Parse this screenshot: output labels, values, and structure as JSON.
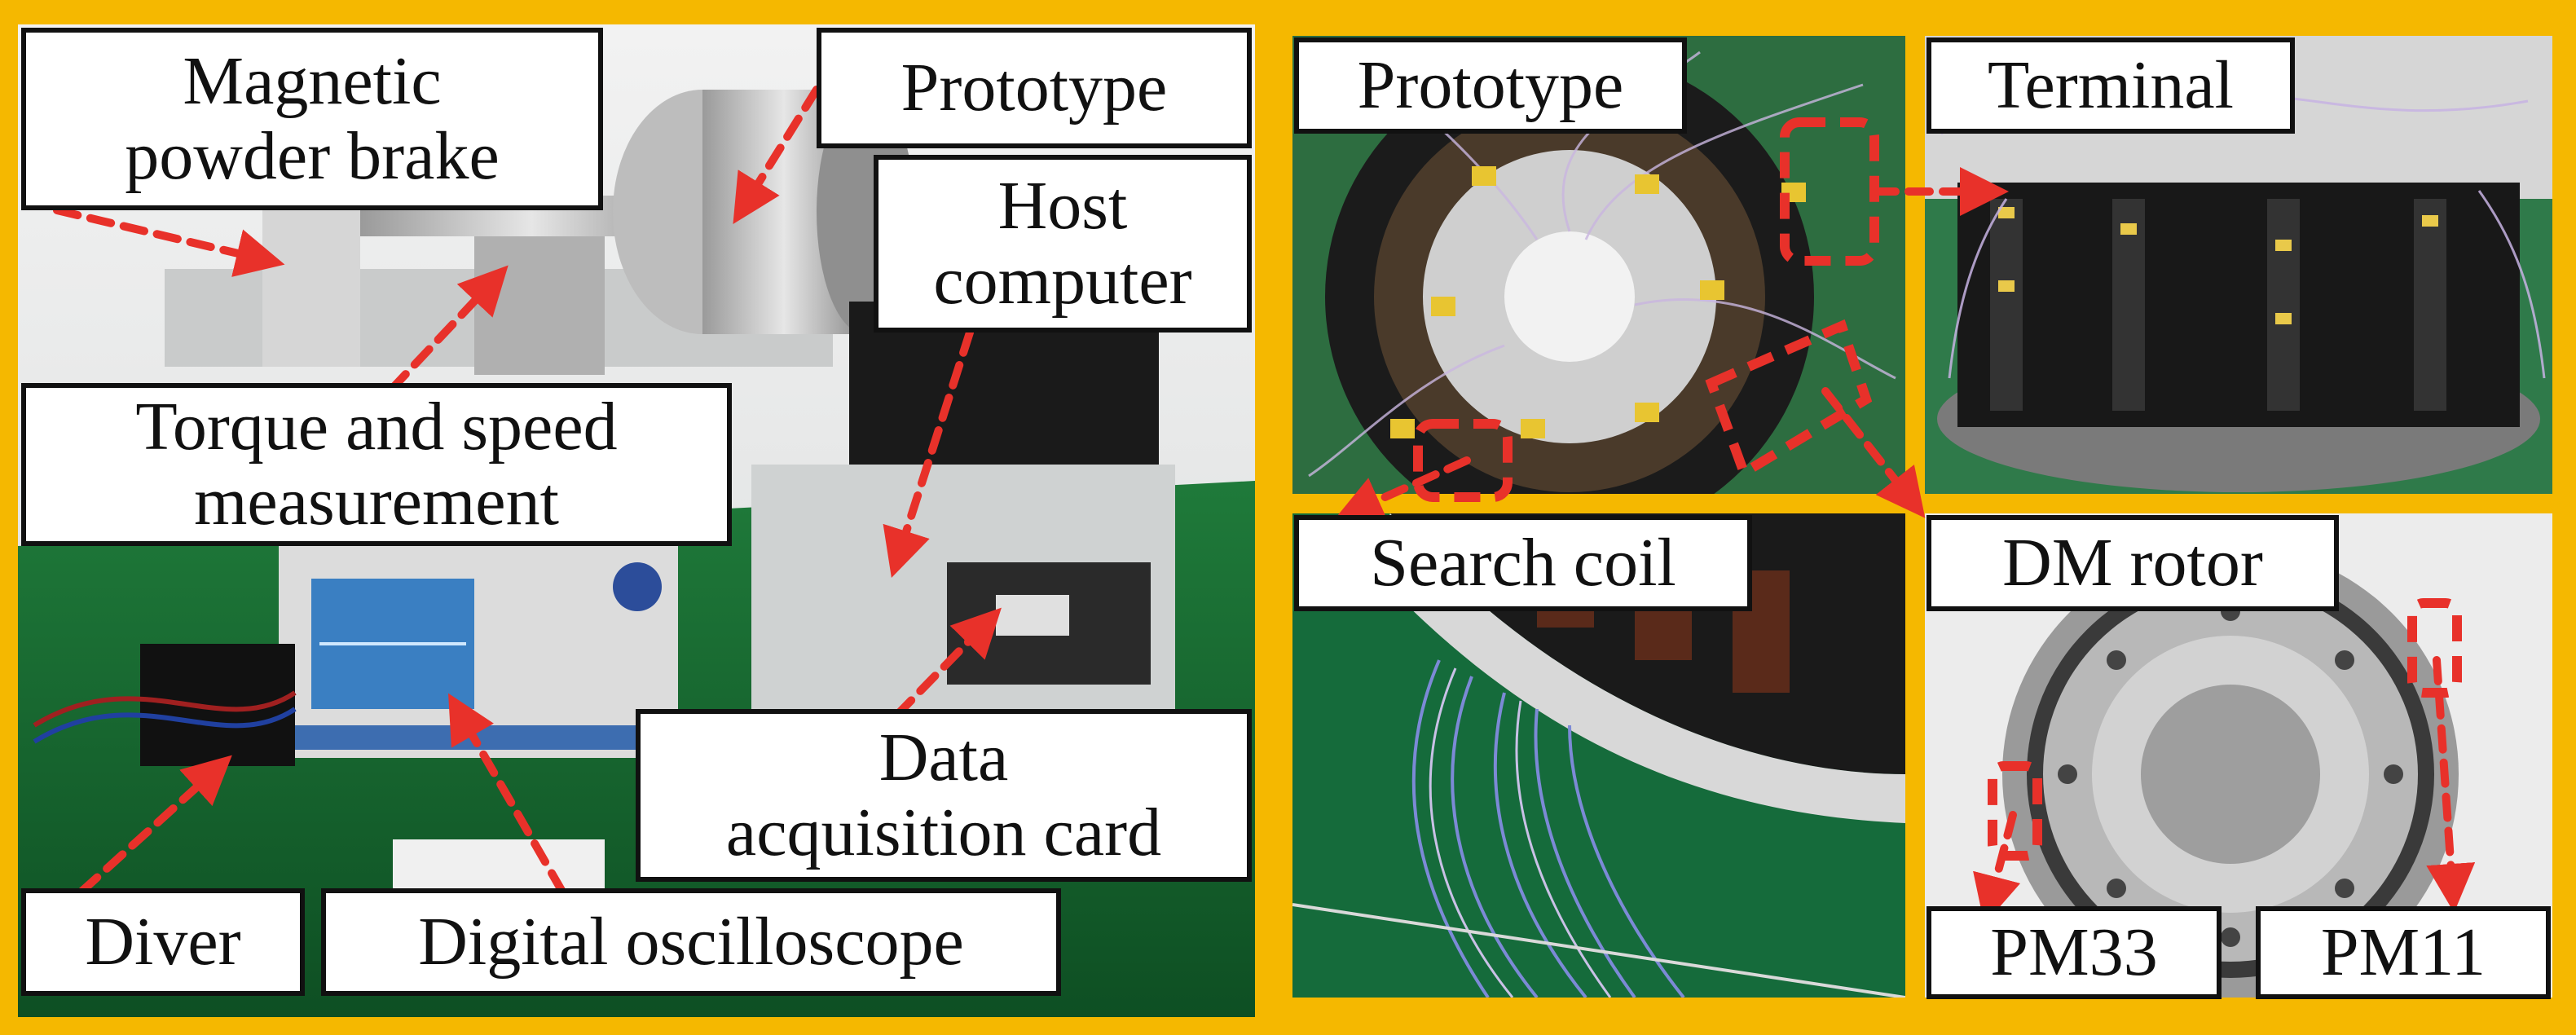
{
  "figure": {
    "accent_color": "#f5b800",
    "arrow_color": "#e8312a",
    "left_panel": {
      "labels": {
        "magnetic_brake_line1": "Magnetic",
        "magnetic_brake_line2": "powder brake",
        "prototype": "Prototype",
        "host_line1": "Host",
        "host_line2": "computer",
        "torque_line1": "Torque and speed",
        "torque_line2": "measurement",
        "daq_line1": "Data",
        "daq_line2": "acquisition card",
        "driver": "Diver",
        "oscilloscope": "Digital oscilloscope"
      }
    },
    "right_panels": {
      "prototype_label": "Prototype",
      "terminal_label": "Terminal",
      "search_coil_label": "Search coil",
      "dm_rotor_label": "DM rotor",
      "pm33_label": "PM33",
      "pm11_label": "PM11"
    }
  }
}
